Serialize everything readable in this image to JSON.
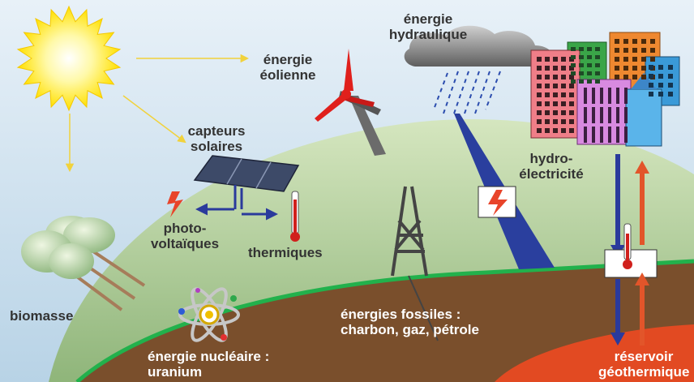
{
  "labels": {
    "hydraulique_1": "énergie",
    "hydraulique_2": "hydraulique",
    "eolienne_1": "énergie",
    "eolienne_2": "éolienne",
    "capteurs_1": "capteurs",
    "capteurs_2": "solaires",
    "photo_1": "photo-",
    "photo_2": "voltaïques",
    "thermiques": "thermiques",
    "hydroelec_1": "hydro-",
    "hydroelec_2": "électricité",
    "biomasse": "biomasse",
    "fossiles_1": "énergies fossiles :",
    "fossiles_2": "charbon, gaz, pétrole",
    "nucleaire_1": "énergie nucléaire :",
    "nucleaire_2": "uranium",
    "reservoir_1": "réservoir",
    "reservoir_2": "géothermique"
  },
  "colors": {
    "sky": "#c4dcea",
    "hill": "#9cc28a",
    "ground": "#7a4f2c",
    "grass_line": "#22b14c",
    "sun": "#ffee22",
    "solar_arrow": "#f1d23c",
    "river": "#2a3f9e",
    "geo_down": "#2a3a9c",
    "geo_up": "#e2552a",
    "reservoir": "#e24a22",
    "lightning": "#e8442a"
  },
  "icons": [
    "sun-icon",
    "wind-turbine-icon",
    "rain-cloud-icon",
    "city-buildings-icon",
    "solar-panel-icon",
    "thermometer-icon",
    "lightning-icon",
    "oil-derrick-icon",
    "tree-icon",
    "atom-icon",
    "heat-exchanger-icon"
  ]
}
